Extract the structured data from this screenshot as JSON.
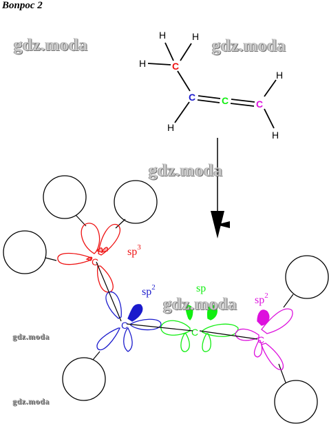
{
  "title": "Вопрос 2",
  "watermarks": {
    "top_left": "gdz.moda",
    "top_right": "gdz.moda",
    "middle": "gdz.moda",
    "orbital": "gdz.moda",
    "small_1": "gdz.moda",
    "small_2": "gdz.moda"
  },
  "structure": {
    "c_label": "C",
    "h_label": "H",
    "colors": {
      "c1": "#ee1111",
      "c2": "#1a1acc",
      "c3": "#11ee11",
      "c4": "#dd11dd"
    }
  },
  "orbital_diagram": {
    "c_label": "C",
    "hyb_c1": {
      "base": "sp",
      "sup": "3"
    },
    "hyb_c2": {
      "base": "sp",
      "sup": "2"
    },
    "hyb_c3": {
      "base": "sp",
      "sup": ""
    },
    "hyb_c4": {
      "base": "sp",
      "sup": "2"
    }
  }
}
